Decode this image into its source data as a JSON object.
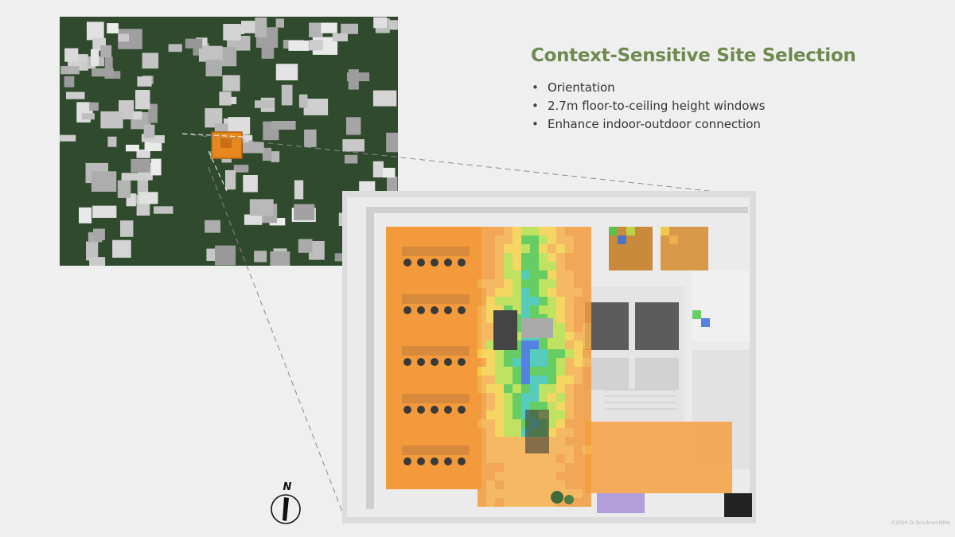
{
  "title": "Context-Sensitive Site Selection",
  "bullets": [
    "Orientation",
    "2.7m floor-to-ceiling height windows",
    "Enhance indoor-outdoor connection"
  ],
  "compass_label": "N",
  "credit": "©2026.Dr.Bruckner.MMA",
  "colors": {
    "title": "#6f8a4f",
    "highlight": "#e8871e",
    "heat_warm": "#f39b3c",
    "heat_cool": "#3a6fe0",
    "heat_mid": "#4fc84a"
  },
  "icons": {
    "compass": "north-arrow-icon",
    "satellite": "aerial-map-image",
    "plan": "floor-plan-heatmap-image"
  }
}
